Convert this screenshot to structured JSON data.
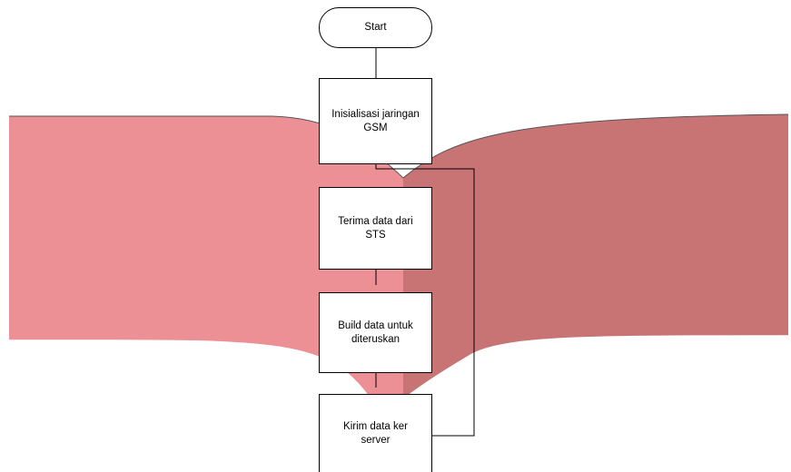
{
  "flowchart": {
    "start": "Start",
    "steps": [
      "Inisialisasi jaringan\nGSM",
      "Terima data  dari\nSTS",
      "Build  data  untuk\nditeruskan",
      "Kirim  data  ker\nserver"
    ]
  },
  "colors": {
    "ribbon_left": "#ec9096",
    "ribbon_right": "#c87374",
    "ribbon_edge": "#555555",
    "line": "#000000"
  }
}
